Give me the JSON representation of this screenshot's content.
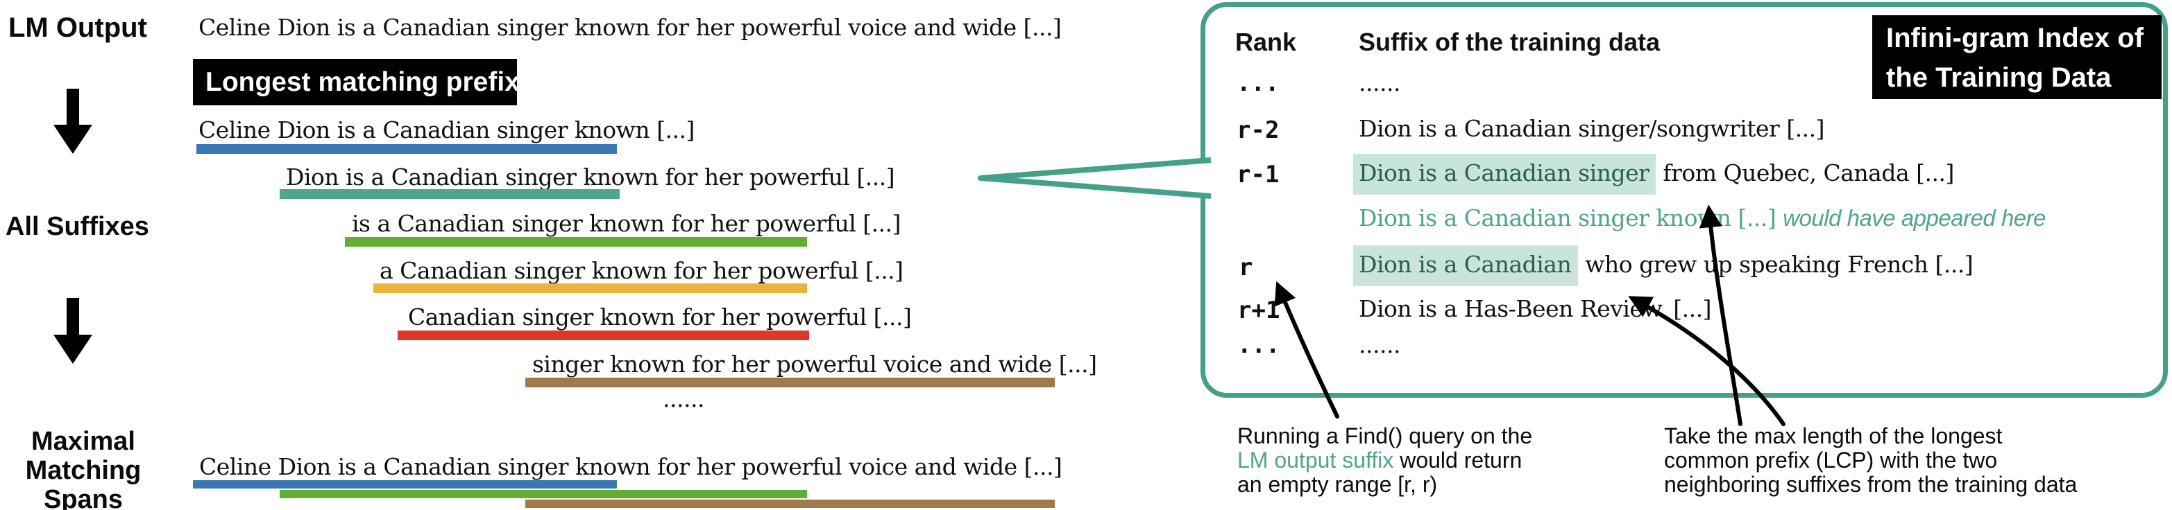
{
  "palette": {
    "blue": "#3a77b5",
    "teal_bar": "#4fa68f",
    "green": "#5fad31",
    "yellow": "#eab33d",
    "red": "#da392a",
    "brown": "#a1794a",
    "panel_border": "#44a189",
    "mint_highlight": "#c9e4da",
    "teal_text": "#50a38c",
    "highlight_text": "#2c5d4f",
    "box_black": "#000000"
  },
  "left": {
    "lm_output_label": "LM Output",
    "all_suffixes_label": "All Suffixes",
    "maximal_label": {
      "l1": "Maximal",
      "l2": "Matching",
      "l3": "Spans"
    },
    "lm_sentence": "Celine Dion is a Canadian singer known for her powerful voice and wide [...]",
    "longest_matching_prefix_label": "Longest matching prefix",
    "suffixes": [
      {
        "text": "Celine Dion is a Canadian singer known [...]",
        "color": "#3a77b5"
      },
      {
        "text": "Dion is a Canadian singer known for her powerful [...]",
        "color": "#4fa68f"
      },
      {
        "text": "is a Canadian singer known for her powerful [...]",
        "color": "#5fad31"
      },
      {
        "text": "a Canadian singer known for her powerful [...]",
        "color": "#eab33d"
      },
      {
        "text": "Canadian singer known for her powerful [...]",
        "color": "#da392a"
      },
      {
        "text": "singer known for her powerful voice and wide [...]",
        "color": "#a1794a"
      }
    ],
    "ellipsis": "......",
    "final_sentence": "Celine Dion is a Canadian singer known for her powerful voice and wide [...]",
    "maximal_spans": [
      {
        "color": "#3a77b5"
      },
      {
        "color": "#5fad31"
      },
      {
        "color": "#a1794a"
      }
    ]
  },
  "index_panel": {
    "title_line1": "Infini-gram Index of",
    "title_line2": "the Training Data",
    "rank_header": "Rank",
    "suffix_header": "Suffix of the training data",
    "rows": [
      {
        "rank": "...",
        "suffix": "......"
      },
      {
        "rank": "r-2",
        "suffix": "Dion is a Canadian singer/songwriter [...]"
      },
      {
        "rank": "r-1",
        "highlight": "Dion is a Canadian singer",
        "rest": " from Quebec, Canada [...]"
      },
      {
        "ghost": "Dion is a Canadian singer known [...] ",
        "ghost_note": "would have appeared here"
      },
      {
        "rank": "r",
        "highlight": "Dion is a Canadian",
        "rest": " who grew up speaking French [...]"
      },
      {
        "rank": "r+1",
        "suffix": "Dion is a Has-Been Review. [...]"
      },
      {
        "rank": "...",
        "suffix": "......"
      }
    ]
  },
  "annotations": {
    "find_query": {
      "line1": "Running a Find() query on the",
      "highlight": "LM output suffix",
      "line2_rest": " would return",
      "line3": "an empty range [r, r)"
    },
    "lcp": {
      "line1": "Take the max length of the longest",
      "line2": "common prefix (LCP) with the two",
      "line3": "neighboring suffixes from the training data"
    }
  }
}
